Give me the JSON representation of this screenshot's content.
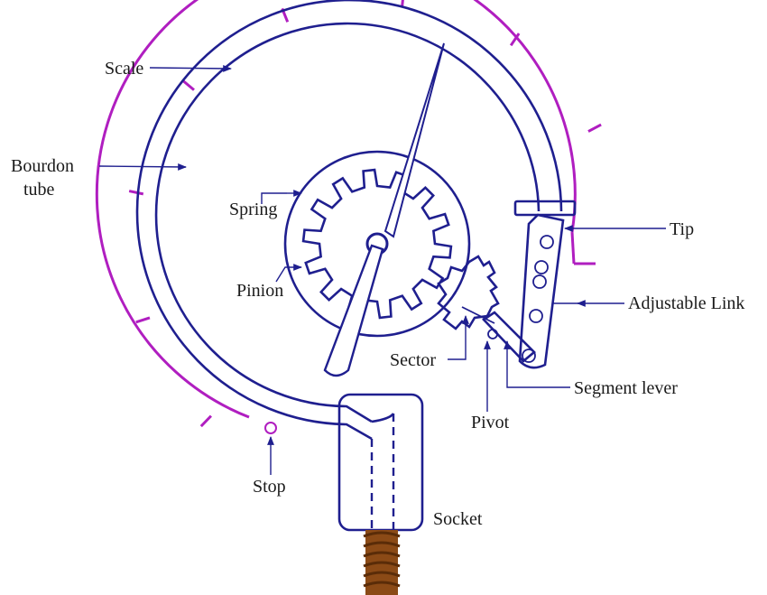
{
  "colors": {
    "ink": "#1f1f8f",
    "scale": "#b01ec0",
    "thread": "#8b4a16",
    "label": "#1a1a1a"
  },
  "labels": {
    "scale": "Scale",
    "bourdon_line1": "Bourdon",
    "bourdon_line2": "tube",
    "spring": "Spring",
    "pinion": "Pinion",
    "tip": "Tip",
    "adjustable_link": "Adjustable Link",
    "sector": "Sector",
    "segment_lever": "Segment lever",
    "pivot": "Pivot",
    "stop": "Stop",
    "socket": "Socket"
  }
}
